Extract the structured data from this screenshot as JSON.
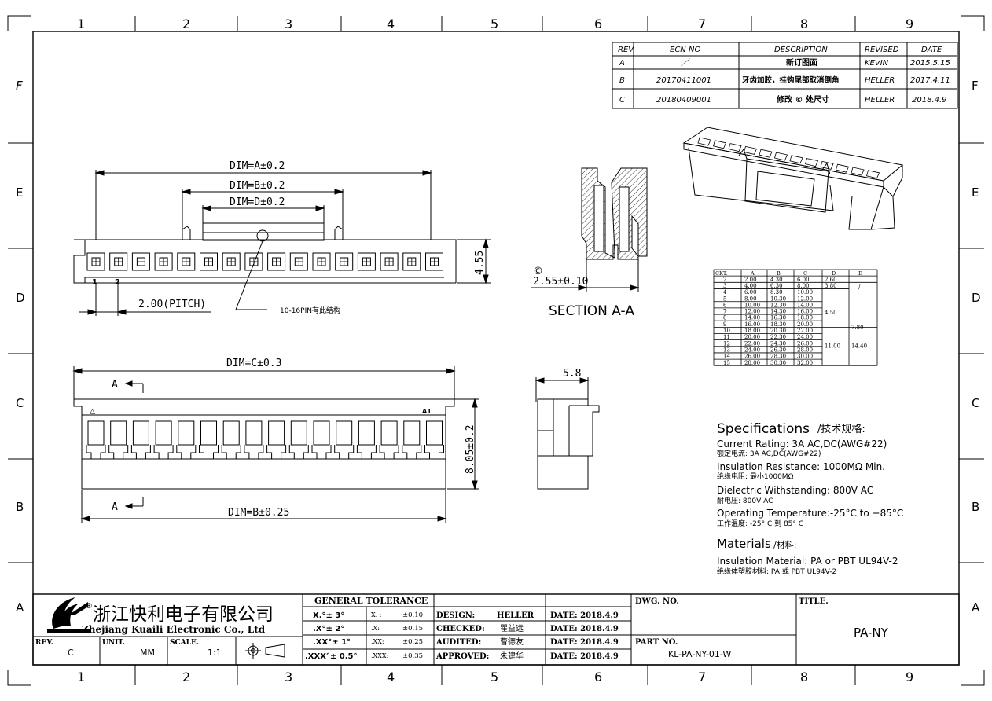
{
  "border": {
    "columns": [
      "1",
      "2",
      "3",
      "4",
      "5",
      "6",
      "7",
      "8",
      "9"
    ],
    "rows": [
      "F",
      "E",
      "D",
      "C",
      "B",
      "A"
    ]
  },
  "revision_table": {
    "headers": [
      "REV.",
      "ECN NO",
      "DESCRIPTION",
      "REVISED",
      "DATE"
    ],
    "rows": [
      [
        "A",
        "／",
        "新订图面",
        "KEVIN",
        "2015.5.15"
      ],
      [
        "B",
        "20170411001",
        "牙齿加胶，挂钩尾部取消倒角",
        "HELLER",
        "2017.4.11"
      ],
      [
        "C",
        "20180409001",
        "修改 © 处尺寸",
        "HELLER",
        "2018.4.9"
      ]
    ]
  },
  "front_view": {
    "dim_a": "DIM=A±0.2",
    "dim_b": "DIM=B±0.2",
    "dim_d": "DIM=D±0.2",
    "height": "4.55",
    "pitch": "2.00(PITCH)",
    "note": "10-16PIN有此结构",
    "note_symbol": "Ⓤ",
    "pin1": "1",
    "pin2": "2",
    "cavities": 16
  },
  "section_view": {
    "circle_c": "©",
    "dim": "2.55±0.10",
    "title": "SECTION A-A"
  },
  "bottom_view": {
    "dim_c": "DIM=C±0.3",
    "dim_b": "DIM=B±0.25",
    "height": "8.05±0.2",
    "section_mark_top": "A",
    "section_mark_bottom": "A",
    "pin_marker": "△",
    "a1_label": "A1"
  },
  "side_view": {
    "width": "5.8"
  },
  "dim_table": {
    "headers": [
      "CKT.",
      "A",
      "B",
      "C",
      "D",
      "E"
    ],
    "rows": [
      [
        "2",
        "2.00",
        "4.30",
        "6.00"
      ],
      [
        "3",
        "4.00",
        "6.30",
        "8.00"
      ],
      [
        "4",
        "6.00",
        "8.30",
        "10.00"
      ],
      [
        "5",
        "8.00",
        "10.30",
        "12.00"
      ],
      [
        "6",
        "10.00",
        "12.30",
        "14.00"
      ],
      [
        "7",
        "12.00",
        "14.30",
        "16.00"
      ],
      [
        "8",
        "14.00",
        "16.30",
        "18.00"
      ],
      [
        "9",
        "16.00",
        "18.30",
        "20.00"
      ],
      [
        "10",
        "18.00",
        "20.30",
        "22.00"
      ],
      [
        "11",
        "20.00",
        "22.30",
        "24.00"
      ],
      [
        "12",
        "22.00",
        "24.30",
        "26.00"
      ],
      [
        "13",
        "24.00",
        "26.30",
        "28.00"
      ],
      [
        "14",
        "26.00",
        "28.30",
        "30.00"
      ],
      [
        "15",
        "28.00",
        "30.30",
        "32.00"
      ]
    ],
    "d_values": [
      "2.60",
      "3.80",
      "4.50",
      "11.00"
    ],
    "e_values": [
      "/",
      "7.80",
      "14.40"
    ]
  },
  "specifications": {
    "title": "Specifications",
    "title_cn": "/技术规格:",
    "lines": [
      {
        "en": "Current Rating: 3A AC,DC(AWG#22)",
        "cn": "额定电流: 3A AC,DC(AWG#22)"
      },
      {
        "en": "Insulation Resistance: 1000MΩ Min.",
        "cn": "绝缘电阻: 最小1000MΩ"
      },
      {
        "en": "Dielectric Withstanding: 800V AC",
        "cn": "耐电压: 800V AC"
      },
      {
        "en": "Operating Temperature:-25°C to +85°C",
        "cn": "工作温度: -25° C 到 85° C"
      }
    ],
    "materials_title": "Materials",
    "materials_title_cn": "/材料:",
    "material_en": "Insulation Material: PA or PBT UL94V-2",
    "material_cn": "绝缘体塑胶材料: PA 或 PBT UL94V-2"
  },
  "title_block": {
    "company_cn": "浙江快利电子有限公司",
    "company_en": "Zhejiang Kuaili Electronic Co., Ltd",
    "registered": "®",
    "rev_label": "REV.",
    "rev_value": "C",
    "unit_label": "UNIT.",
    "unit_value": "MM",
    "scale_label": "SCALE.",
    "scale_value": "1:1",
    "tolerance_title": "GENERAL  TOLERANCE",
    "angle_tol": [
      "X.°± 3°",
      ".X°± 2°",
      ".XX°± 1°",
      ".XXX°± 0.5°"
    ],
    "linear_tol": [
      [
        "X. :",
        "±0.10"
      ],
      [
        ".X:",
        "±0.15"
      ],
      [
        ".XX:",
        "±0.25"
      ],
      [
        ".XXX:",
        "±0.35"
      ]
    ],
    "roles": [
      [
        "DESIGN:",
        "HELLER",
        "DATE: 2018.4.9"
      ],
      [
        "CHECKED:",
        "瞿益远",
        "DATE: 2018.4.9"
      ],
      [
        "AUDITED:",
        "曹德友",
        "DATE: 2018.4.9"
      ],
      [
        "APPROVED:",
        "朱建华",
        "DATE: 2018.4.9"
      ]
    ],
    "dwg_label": "DWG. NO.",
    "part_label": "PART NO.",
    "part_value": "KL-PA-NY-01-W",
    "title_label": "TITLE.",
    "title_value": "PA-NY"
  }
}
